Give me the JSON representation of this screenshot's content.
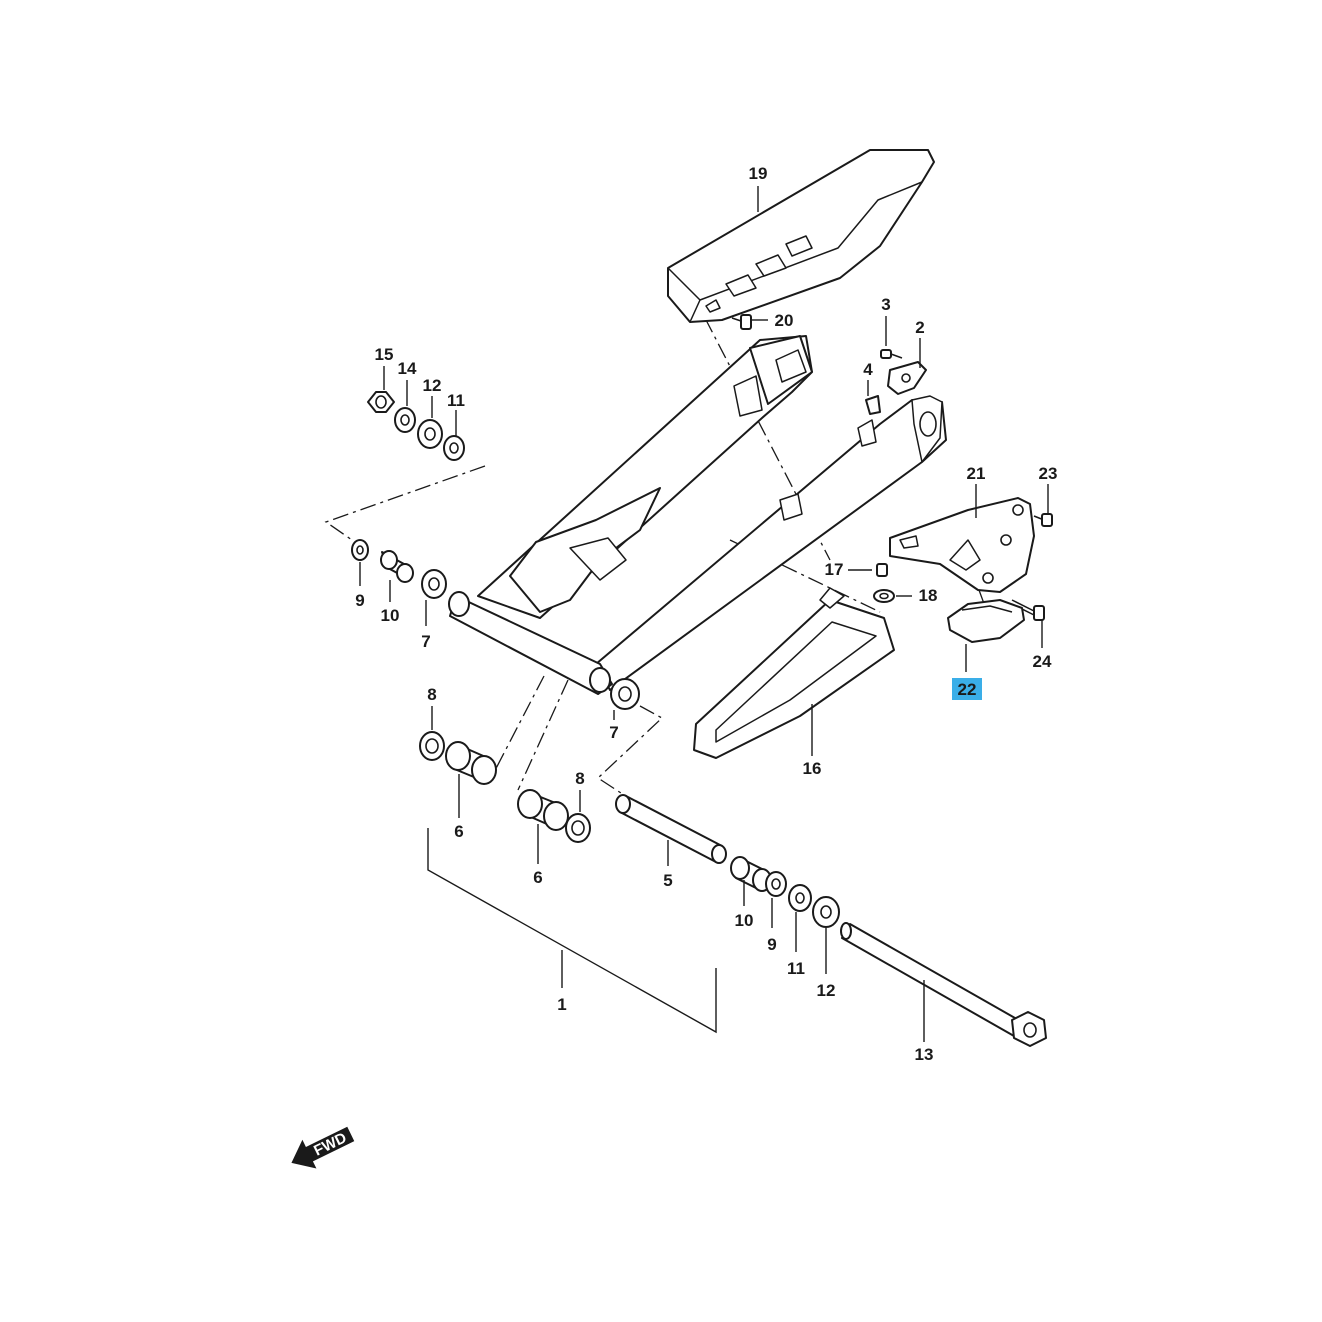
{
  "diagram": {
    "highlight_color": "#3aaee8",
    "line_color": "#1a1a1a",
    "fwd_label": "FWD",
    "callouts": [
      {
        "id": "c19",
        "label": "19"
      },
      {
        "id": "c20",
        "label": "20"
      },
      {
        "id": "c3",
        "label": "3"
      },
      {
        "id": "c2",
        "label": "2"
      },
      {
        "id": "c4",
        "label": "4"
      },
      {
        "id": "c15",
        "label": "15"
      },
      {
        "id": "c14",
        "label": "14"
      },
      {
        "id": "c12a",
        "label": "12"
      },
      {
        "id": "c11a",
        "label": "11"
      },
      {
        "id": "c21",
        "label": "21"
      },
      {
        "id": "c23",
        "label": "23"
      },
      {
        "id": "c17",
        "label": "17"
      },
      {
        "id": "c18",
        "label": "18"
      },
      {
        "id": "c24",
        "label": "24"
      },
      {
        "id": "c22",
        "label": "22",
        "highlighted": true
      },
      {
        "id": "c9a",
        "label": "9"
      },
      {
        "id": "c10a",
        "label": "10"
      },
      {
        "id": "c7a",
        "label": "7"
      },
      {
        "id": "c8a",
        "label": "8"
      },
      {
        "id": "c7b",
        "label": "7"
      },
      {
        "id": "c16",
        "label": "16"
      },
      {
        "id": "c6a",
        "label": "6"
      },
      {
        "id": "c8b",
        "label": "8"
      },
      {
        "id": "c6b",
        "label": "6"
      },
      {
        "id": "c5",
        "label": "5"
      },
      {
        "id": "c10b",
        "label": "10"
      },
      {
        "id": "c9b",
        "label": "9"
      },
      {
        "id": "c11b",
        "label": "11"
      },
      {
        "id": "c12b",
        "label": "12"
      },
      {
        "id": "c13",
        "label": "13"
      },
      {
        "id": "c1",
        "label": "1"
      }
    ]
  }
}
